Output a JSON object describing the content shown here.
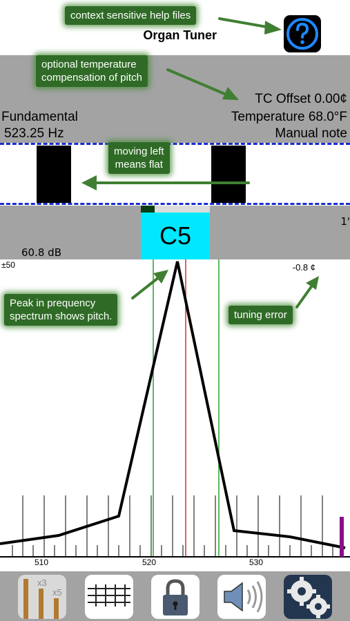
{
  "header": {
    "title": "Organ Tuner",
    "help_icon": "question-circle-icon"
  },
  "info": {
    "fundamental_label": "Fundamental",
    "fundamental_value": "523.25 Hz",
    "tc_offset": "TC Offset 0.00¢",
    "temperature": "Temperature 68.0°F",
    "mode": "Manual note"
  },
  "meter": {
    "note": "C5",
    "db": "60.8 dB",
    "range_right": "1'"
  },
  "spectrum": {
    "range_left": "±50",
    "tuning_error": "-0.8 ¢",
    "x_labels": [
      "510",
      "520",
      "530"
    ]
  },
  "callouts": {
    "help": "context sensitive help files",
    "temp_line1": "optional temperature",
    "temp_line2": "compensation of pitch",
    "flat_line1": "moving left",
    "flat_line2": "means flat",
    "peak_line1": "Peak in prequency",
    "peak_line2": "spectrum shows pitch.",
    "error": "tuning error"
  },
  "toolbar": [
    {
      "name": "pipes-icon",
      "labels": [
        "x3",
        "x5"
      ]
    },
    {
      "name": "keyboard-grid-icon"
    },
    {
      "name": "lock-icon"
    },
    {
      "name": "speaker-icon"
    },
    {
      "name": "gears-icon"
    }
  ],
  "colors": {
    "panel_gray": "#a3a3a3",
    "note_cyan": "#00e8ff",
    "strobe_dash": "#1a2bd0",
    "callout_green": "#2f6b26",
    "marker_purple": "#8a0d8a"
  }
}
